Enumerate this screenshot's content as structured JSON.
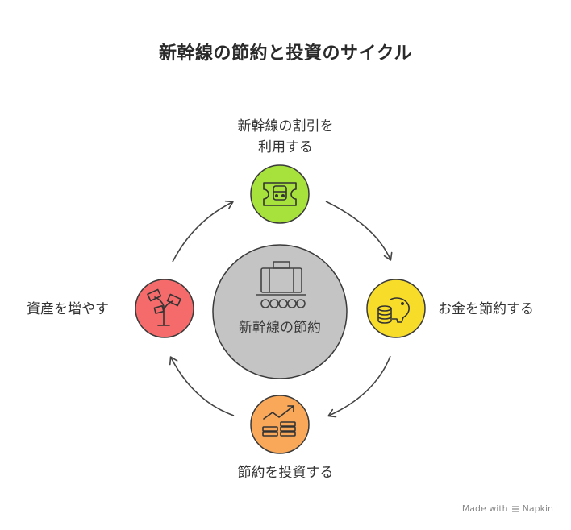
{
  "title": "新幹線の節約と投資のサイクル",
  "center": {
    "label": "新幹線の節約",
    "icon": "luggage-cart-icon",
    "color": "#c4c4c4"
  },
  "steps": [
    {
      "label_line1": "新幹線の割引を",
      "label_line2": "利用する",
      "icon": "train-ticket-icon",
      "color": "#a7e23c"
    },
    {
      "label": "お金を節約する",
      "icon": "piggy-bank-coins-icon",
      "color": "#f7dd2a"
    },
    {
      "label": "節約を投資する",
      "icon": "growth-chart-coins-icon",
      "color": "#f9a85a"
    },
    {
      "label": "資産を増やす",
      "icon": "money-tree-icon",
      "color": "#f56b6b"
    }
  ],
  "footer": {
    "text": "Made with",
    "brand": "Napkin"
  }
}
